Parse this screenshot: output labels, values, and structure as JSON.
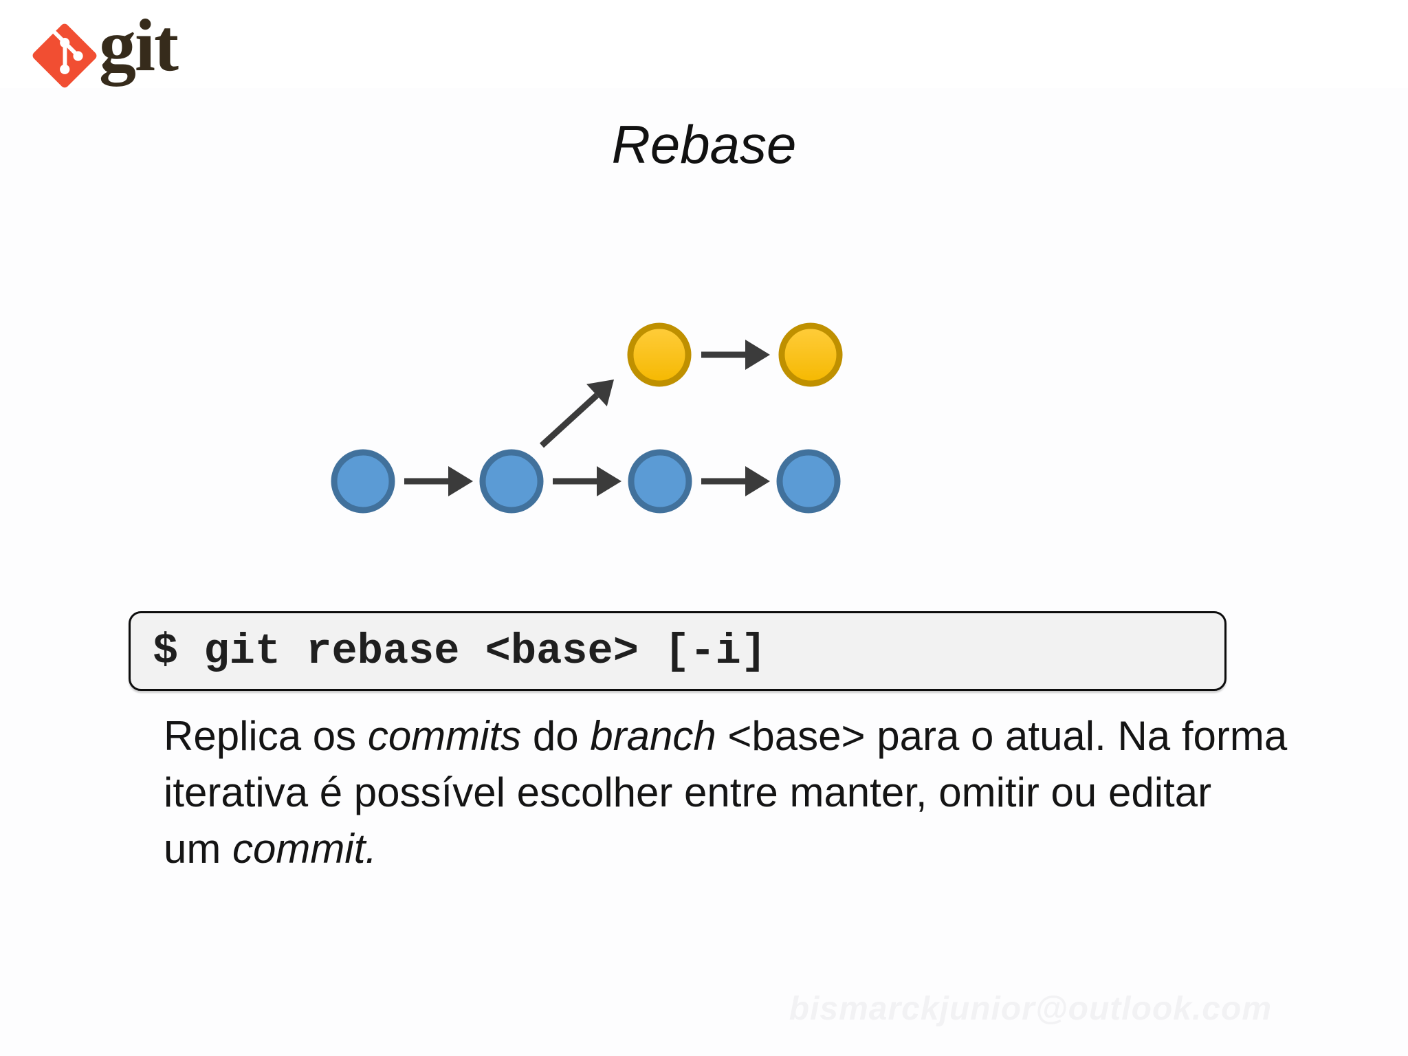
{
  "slide": {
    "background": "#ffffff",
    "content_background": "#fdfdfe"
  },
  "logo": {
    "wordmark": "git",
    "mark_color": "#F14E32",
    "wordmark_color": "#362B1B"
  },
  "title": {
    "text": "Rebase",
    "color": "#111111"
  },
  "diagram": {
    "type": "git-commit-graph",
    "main_branch": {
      "commit_count": 4,
      "fill": "#5B9BD5",
      "stroke": "#41719C"
    },
    "rebased_branch": {
      "commit_count": 2,
      "fill_top": "#FFCD3C",
      "fill_bottom": "#F5B800",
      "stroke": "#BF9000"
    },
    "arrow_color": "#3B3B3B"
  },
  "command": {
    "text": "$ git rebase <base> [-i]",
    "text_color": "#1F1F1F",
    "box_background": "#F2F2F2",
    "box_border": "#0D0D0D"
  },
  "description": {
    "text_color": "#141414",
    "line1": {
      "a": "Replica os ",
      "b_italic": "commits",
      "c": " do ",
      "d_italic": "branch",
      "e": " <base> para o atual. Na forma"
    },
    "line2": {
      "a": "iterativa é possível escolher entre manter, omitir ou editar"
    },
    "line3": {
      "a": "um ",
      "b_italic": "commit."
    }
  },
  "watermark": {
    "email": "bismarckjunior@outlook.com"
  }
}
